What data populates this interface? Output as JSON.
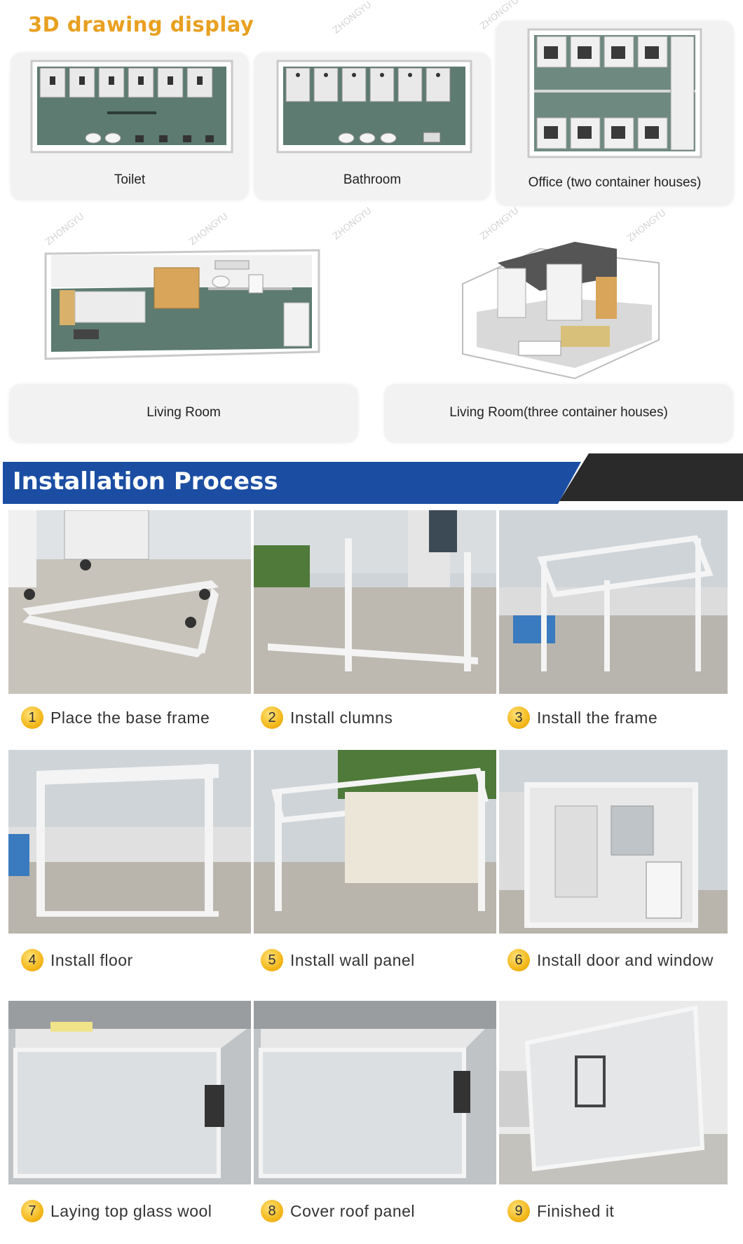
{
  "drawing_section": {
    "title": "3D drawing display",
    "cards": [
      {
        "label": "Toilet"
      },
      {
        "label": "Bathroom"
      },
      {
        "label": "Office (two container houses)"
      },
      {
        "label": "Living Room"
      },
      {
        "label": "Living Room(three container houses)"
      }
    ]
  },
  "install_section": {
    "title": "Installation Process",
    "steps": [
      {
        "num": "1",
        "label": "Place the base frame"
      },
      {
        "num": "2",
        "label": "Install clumns"
      },
      {
        "num": "3",
        "label": "Install the frame"
      },
      {
        "num": "4",
        "label": "Install floor"
      },
      {
        "num": "5",
        "label": "Install wall panel"
      },
      {
        "num": "6",
        "label": "Install door and window"
      },
      {
        "num": "7",
        "label": "Laying top glass wool"
      },
      {
        "num": "8",
        "label": "Cover roof panel"
      },
      {
        "num": "9",
        "label": "Finished it"
      }
    ]
  },
  "watermark": {
    "text": "ZHONGYU"
  },
  "colors": {
    "title_orange": "#e8a020",
    "banner_blue": "#1b4ea3",
    "banner_dark": "#2a2a2a",
    "floor_green": "#5d7b70",
    "step_circle": "#f2b515"
  }
}
